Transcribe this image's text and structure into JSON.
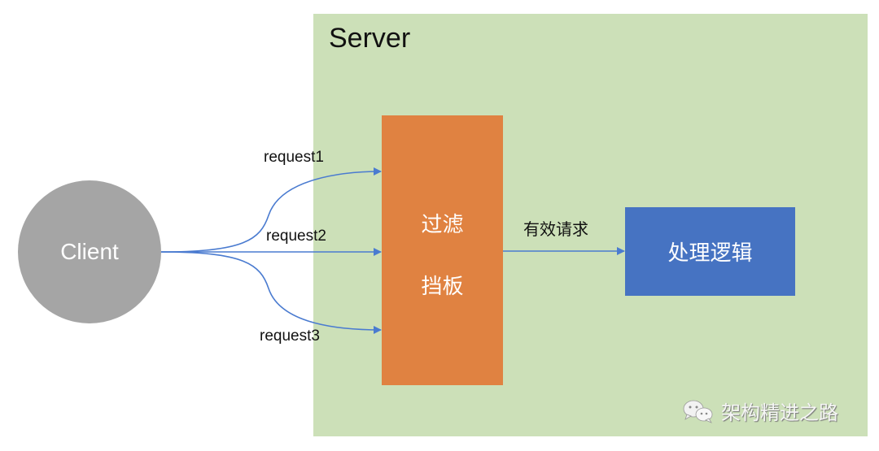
{
  "server": {
    "label": "Server"
  },
  "client": {
    "label": "Client"
  },
  "filter": {
    "line1": "过滤",
    "line2": "挡板"
  },
  "requests": [
    {
      "label": "request1"
    },
    {
      "label": "request2"
    },
    {
      "label": "request3"
    }
  ],
  "valid_request": {
    "label": "有效请求"
  },
  "processing": {
    "label": "处理逻辑"
  },
  "watermark": {
    "icon": "wechat-icon",
    "text": "架构精进之路"
  },
  "colors": {
    "server_bg": "#cce0b8",
    "client": "#a5a5a5",
    "filter": "#e08241",
    "processing": "#4673c2",
    "arrow": "#4a7bd0"
  }
}
